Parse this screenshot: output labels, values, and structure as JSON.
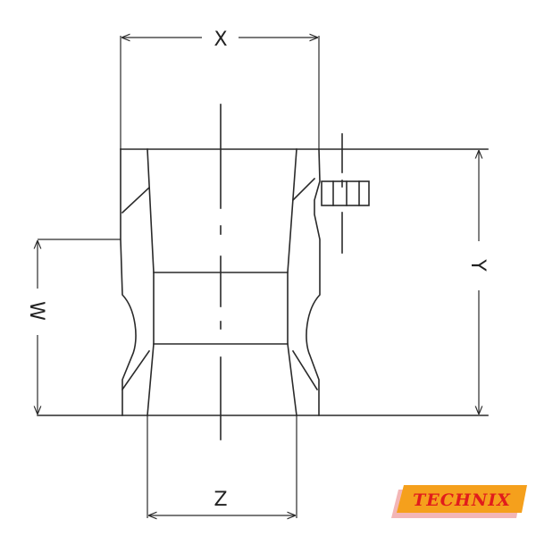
{
  "dimensions": {
    "x_label": "X",
    "y_label": "Y",
    "w_label": "W",
    "z_label": "Z"
  },
  "logo": {
    "text": "TECHNIX",
    "fill_color": "#f5a01c",
    "shadow_color": "#f3b6b6",
    "text_color": "#e11c1c"
  },
  "colors": {
    "line": "#2a2a2a",
    "background": "#ffffff"
  }
}
